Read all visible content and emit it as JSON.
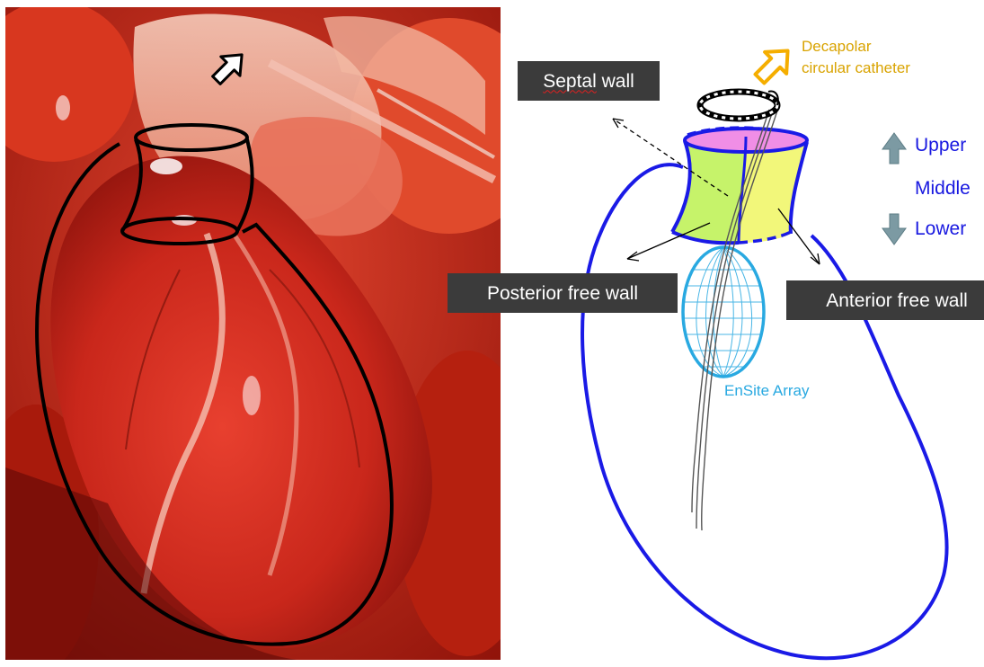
{
  "labels": {
    "septal_part1": "Septal",
    "septal_part2": " wall",
    "posterior": "Posterior free wall",
    "anterior": "Anterior free wall",
    "decapolar_line1": "Decapolar",
    "decapolar_line2": "circular catheter",
    "ensite": "EnSite Array",
    "upper": "Upper",
    "middle": "Middle",
    "lower": "Lower"
  },
  "icons": {
    "photo_arrow": "hollow-down-left-arrow-icon",
    "catheter_arrow": "hollow-down-left-arrow-icon",
    "upper_arrow": "up-arrow-icon",
    "lower_arrow": "down-arrow-icon"
  },
  "colors": {
    "ventricle_outline": "#1a1ae6",
    "decapolar_label": "#d9a300",
    "ensite_array": "#29a9e1",
    "level_arrows": "#7c9aa3",
    "septal_segment": "#c6f36a",
    "free_wall_segment": "#f2f77a",
    "segment_top": "#f08ee6",
    "label_box": "#3b3b3b"
  }
}
